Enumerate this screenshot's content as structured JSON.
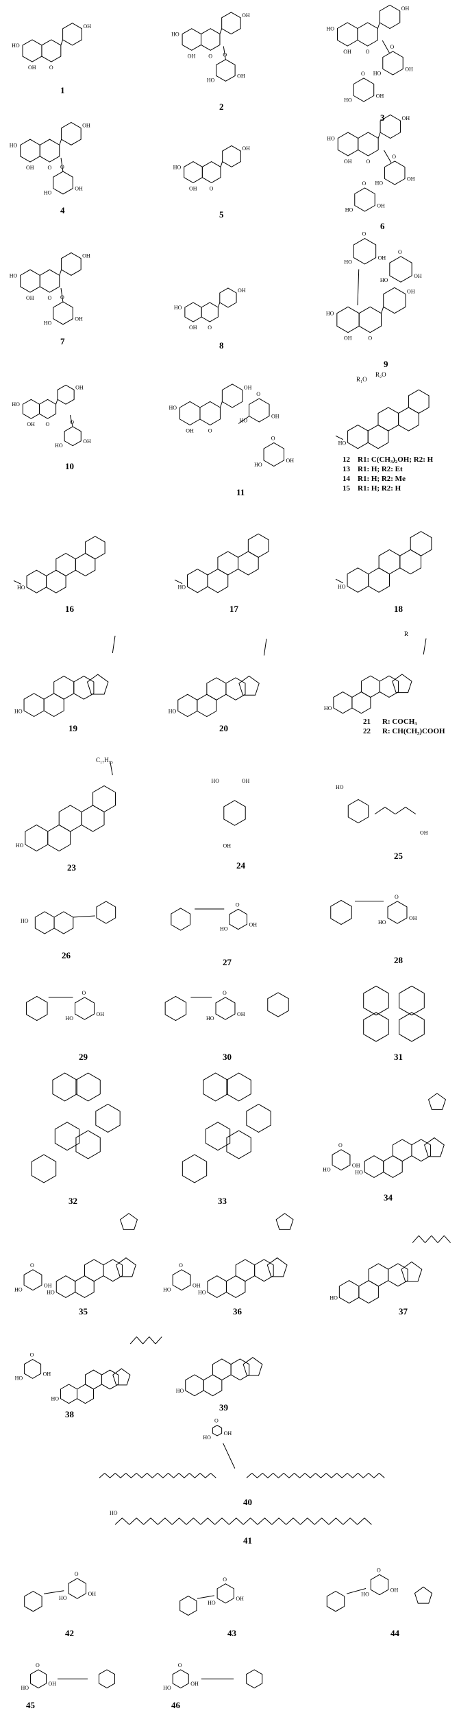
{
  "compounds": [
    {
      "label": "1",
      "kind": "flavone"
    },
    {
      "label": "2",
      "kind": "flavone-glycoside"
    },
    {
      "label": "3",
      "kind": "flavone-diglycoside"
    },
    {
      "label": "4",
      "kind": "flavone-glycoside"
    },
    {
      "label": "5",
      "kind": "flavone"
    },
    {
      "label": "6",
      "kind": "flavone-diglycoside"
    },
    {
      "label": "7",
      "kind": "flavone-glycoside"
    },
    {
      "label": "8",
      "kind": "flavone"
    },
    {
      "label": "9",
      "kind": "flavone-c-glycoside"
    },
    {
      "label": "10",
      "kind": "flavone-glycoside"
    },
    {
      "label": "11",
      "kind": "flavanone-glycoside"
    },
    {
      "label": "12",
      "kind": "triterpene"
    },
    {
      "label": "16",
      "kind": "triterpene"
    },
    {
      "label": "17",
      "kind": "triterpene"
    },
    {
      "label": "18",
      "kind": "triterpene"
    },
    {
      "label": "19",
      "kind": "lupane"
    },
    {
      "label": "20",
      "kind": "lupane"
    },
    {
      "label": "21",
      "kind": "lupane"
    },
    {
      "label": "23",
      "kind": "triterpene"
    },
    {
      "label": "24",
      "kind": "phenolic-acid"
    },
    {
      "label": "25",
      "kind": "cinnamic-acid"
    },
    {
      "label": "26",
      "kind": "flavan"
    },
    {
      "label": "27",
      "kind": "galloyl-glycoside"
    },
    {
      "label": "28",
      "kind": "galloyl-glycoside"
    },
    {
      "label": "29",
      "kind": "galloyl-glycoside"
    },
    {
      "label": "30",
      "kind": "galloyl-glycoside"
    },
    {
      "label": "31",
      "kind": "ellagic"
    },
    {
      "label": "32",
      "kind": "biflavan"
    },
    {
      "label": "33",
      "kind": "biflavan"
    },
    {
      "label": "34",
      "kind": "cardenolide"
    },
    {
      "label": "35",
      "kind": "cardenolide"
    },
    {
      "label": "36",
      "kind": "cardenolide"
    },
    {
      "label": "37",
      "kind": "sterol"
    },
    {
      "label": "38",
      "kind": "sterol-glycoside"
    },
    {
      "label": "39",
      "kind": "steroid"
    },
    {
      "label": "40",
      "kind": "glycolipid"
    },
    {
      "label": "41",
      "kind": "fatty-acid"
    },
    {
      "label": "42",
      "kind": "benzyl-glycoside"
    },
    {
      "label": "43",
      "kind": "benzyl-glycoside"
    },
    {
      "label": "44",
      "kind": "benzyl-glycoside"
    },
    {
      "label": "45",
      "kind": "megastigmane-glycoside"
    },
    {
      "label": "46",
      "kind": "megastigmane-glycoside"
    }
  ],
  "series_12": {
    "r12": "R1: C(CH₃)₂OH; R2: H",
    "r13": "R1: H; R2: Et",
    "r14": "R1: H; R2: Me",
    "r15": "R1: H; R2: H",
    "r_label": "R₁O",
    "r2_label": "R₂O"
  },
  "series_21": {
    "r21": "R: COCH₃",
    "r22": "R: CH(CH₃)COOH",
    "r_label": "R"
  },
  "substituents": {
    "c17h35": "C₁₇H₃₅"
  },
  "atoms": {
    "oh": "OH",
    "o": "O",
    "ho": "HO",
    "h": "H"
  },
  "chart_data": {
    "type": "table",
    "compound_numbers": [
      "1",
      "2",
      "3",
      "4",
      "5",
      "6",
      "7",
      "8",
      "9",
      "10",
      "11",
      "12",
      "13",
      "14",
      "15",
      "16",
      "17",
      "18",
      "19",
      "20",
      "21",
      "22",
      "23",
      "24",
      "25",
      "26",
      "27",
      "28",
      "29",
      "30",
      "31",
      "32",
      "33",
      "34",
      "35",
      "36",
      "37",
      "38",
      "39",
      "40",
      "41",
      "42",
      "43",
      "44",
      "45",
      "46"
    ]
  }
}
